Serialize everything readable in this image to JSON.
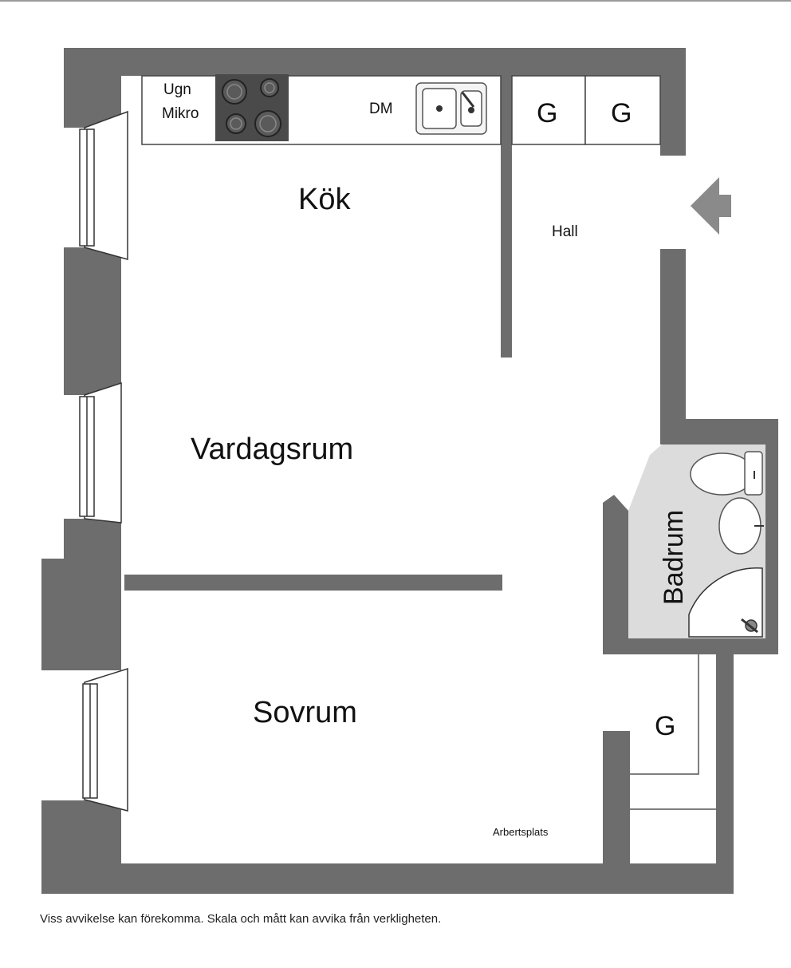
{
  "rooms": {
    "kitchen": "Kök",
    "living": "Vardagsrum",
    "bedroom": "Sovrum",
    "hall": "Hall",
    "bathroom": "Badrum",
    "workspace": "Arbertsplats"
  },
  "fixtures": {
    "oven": "Ugn",
    "microwave": "Mikro",
    "dishwasher": "DM",
    "wardrobe": "G"
  },
  "caption": "Viss avvikelse kan förekomma. Skala och mått kan avvika från verkligheten.",
  "colors": {
    "wall": "#6d6d6d",
    "bathroom_floor": "#dcdcdc",
    "stove": "#4a4a4a"
  },
  "icons": {
    "entrance": "entrance-arrow-icon"
  }
}
